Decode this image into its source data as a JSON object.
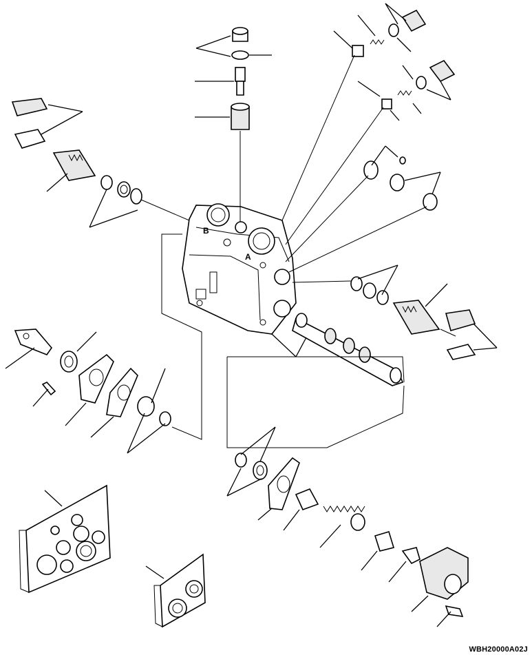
{
  "drawing": {
    "reference_code": "WBH20000A02J",
    "port_labels": {
      "port_b": "B",
      "port_a": "A"
    }
  }
}
